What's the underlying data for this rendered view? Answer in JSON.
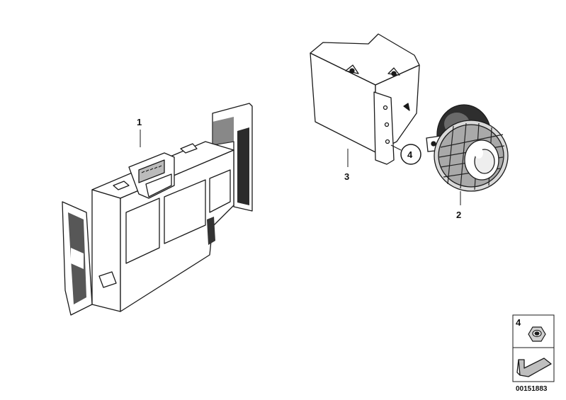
{
  "callouts": {
    "part1": "1",
    "part2": "2",
    "part3": "3",
    "part4": "4"
  },
  "legend": {
    "item_number": "4"
  },
  "document_number": "00151883",
  "colors": {
    "line": "#1a1a1a",
    "fill": "#ffffff",
    "shade": "#3a3a3a",
    "arrow_fill": "#bfbfbf"
  }
}
